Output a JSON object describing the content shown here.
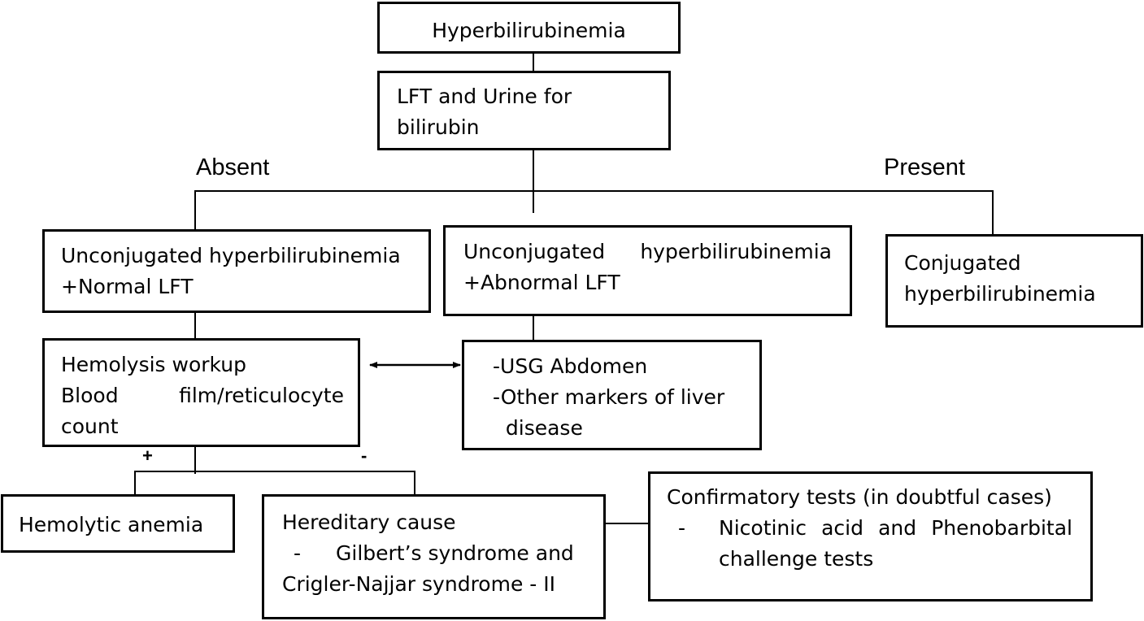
{
  "nodes": {
    "hyperbilirubinemia": "Hyperbilirubinemia",
    "lft_urine": [
      "LFT and Urine  for",
      "bilirubin"
    ],
    "unconjugated_normal": [
      "Unconjugated hyperbilirubinemia",
      "+Normal LFT"
    ],
    "unconjugated_abnormal": {
      "line1_a": "Unconjugated",
      "line1_b": "hyperbilirubinemia",
      "line2": "+Abnormal LFT"
    },
    "conjugated": [
      "Conjugated",
      "hyperbilirubinemia"
    ],
    "hemolysis_workup": {
      "line1": "Hemolysis workup",
      "line2_a": "Blood",
      "line2_b": "film/reticulocyte",
      "line3": "count"
    },
    "usg": [
      "-USG Abdomen",
      "-Other markers of liver",
      "  disease"
    ],
    "hemolytic_anemia": "Hemolytic anemia",
    "hereditary": {
      "line1": "Hereditary cause",
      "line2_dash": "-",
      "line2_text": "Gilbert’s syndrome and",
      "line3": "Crigler-Najjar syndrome - II"
    },
    "confirmatory": {
      "line1": "Confirmatory tests (in doubtful cases)",
      "line2_dash": "-",
      "line2_words": [
        "Nicotinic",
        "acid",
        "and",
        "Phenobarbital"
      ],
      "line3": "challenge tests"
    }
  },
  "edge_labels": {
    "absent": "Absent",
    "present": "Present",
    "plus": "+",
    "minus": "-"
  },
  "colors": {
    "stroke": "#000000",
    "background": "#ffffff",
    "text": "#000000"
  }
}
